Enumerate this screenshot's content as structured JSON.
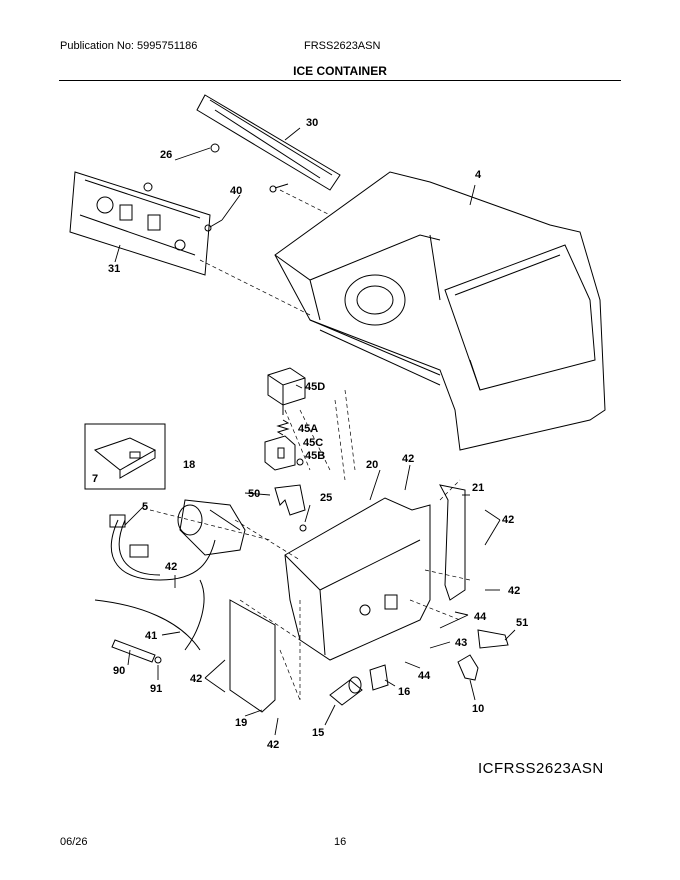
{
  "header": {
    "publication": "Publication No: 5995751186",
    "model": "FRSS2623ASN",
    "title": "ICE CONTAINER"
  },
  "callouts": [
    {
      "id": "c30",
      "label": "30"
    },
    {
      "id": "c26",
      "label": "26"
    },
    {
      "id": "c40",
      "label": "40"
    },
    {
      "id": "c31",
      "label": "31"
    },
    {
      "id": "c4",
      "label": "4"
    },
    {
      "id": "c45D",
      "label": "45D"
    },
    {
      "id": "c45A",
      "label": "45A"
    },
    {
      "id": "c45C",
      "label": "45C"
    },
    {
      "id": "c45B",
      "label": "45B"
    },
    {
      "id": "c7",
      "label": "7"
    },
    {
      "id": "c18",
      "label": "18"
    },
    {
      "id": "c20",
      "label": "20"
    },
    {
      "id": "c42a",
      "label": "42"
    },
    {
      "id": "c21",
      "label": "21"
    },
    {
      "id": "c50",
      "label": "50"
    },
    {
      "id": "c25",
      "label": "25"
    },
    {
      "id": "c5",
      "label": "5"
    },
    {
      "id": "c42b",
      "label": "42"
    },
    {
      "id": "c42c",
      "label": "42"
    },
    {
      "id": "c42d",
      "label": "42"
    },
    {
      "id": "c44a",
      "label": "44"
    },
    {
      "id": "c51",
      "label": "51"
    },
    {
      "id": "c43",
      "label": "43"
    },
    {
      "id": "c41",
      "label": "41"
    },
    {
      "id": "c90",
      "label": "90"
    },
    {
      "id": "c91",
      "label": "91"
    },
    {
      "id": "c42e",
      "label": "42"
    },
    {
      "id": "c44b",
      "label": "44"
    },
    {
      "id": "c16",
      "label": "16"
    },
    {
      "id": "c10",
      "label": "10"
    },
    {
      "id": "c19",
      "label": "19"
    },
    {
      "id": "c15",
      "label": "15"
    },
    {
      "id": "c42f",
      "label": "42"
    }
  ],
  "footer": {
    "diagram_code": "ICFRSS2623ASN",
    "date": "06/26",
    "page": "16"
  }
}
